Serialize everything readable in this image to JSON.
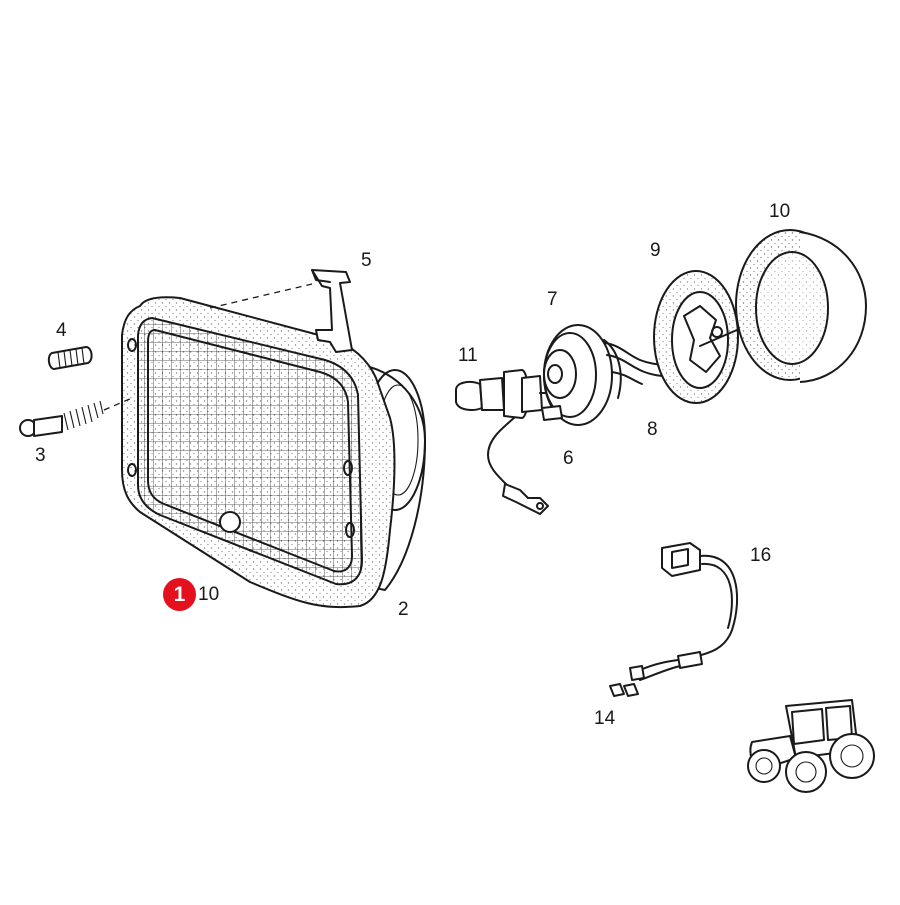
{
  "diagram": {
    "callouts": [
      {
        "id": "num-1",
        "text": "1"
      },
      {
        "id": "num-2",
        "text": "2"
      },
      {
        "id": "num-3",
        "text": "3"
      },
      {
        "id": "num-4",
        "text": "4"
      },
      {
        "id": "num-5",
        "text": "5"
      },
      {
        "id": "num-6",
        "text": "6"
      },
      {
        "id": "num-7",
        "text": "7"
      },
      {
        "id": "num-8",
        "text": "8"
      },
      {
        "id": "num-9",
        "text": "9"
      },
      {
        "id": "num-10a",
        "text": "10"
      },
      {
        "id": "num-10b",
        "text": "10"
      },
      {
        "id": "num-11",
        "text": "11"
      },
      {
        "id": "num-14",
        "text": "14"
      },
      {
        "id": "num-16",
        "text": "16"
      }
    ],
    "badge": {
      "text": "1",
      "color": "#e4101e"
    },
    "line_color": "#1a1a1a",
    "icons": [
      "headlamp-housing-icon",
      "lens-grid-icon",
      "bulb-icon",
      "bulb-holder-icon",
      "reflector-ring-icon",
      "seal-ring-icon",
      "clip-icon",
      "screw-icon",
      "spring-icon",
      "wire-connector-icon",
      "tractor-icon"
    ]
  }
}
